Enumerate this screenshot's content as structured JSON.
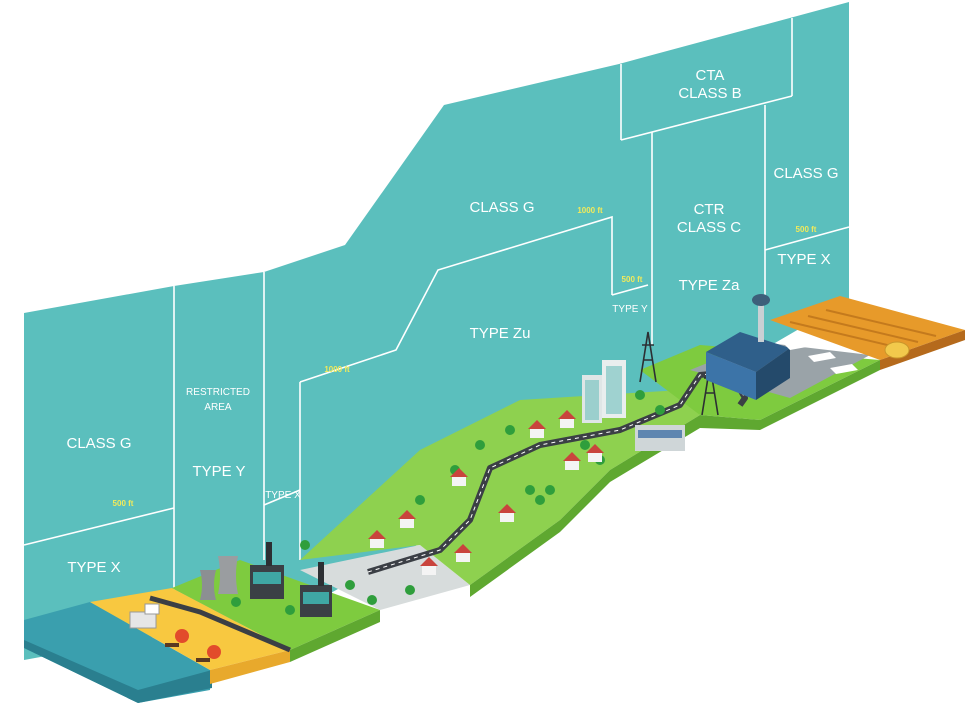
{
  "zones": {
    "class_g_left": "CLASS G",
    "type_x_left": "TYPE X",
    "restricted_line1": "RESTRICTED",
    "restricted_line2": "AREA",
    "type_y_left": "TYPE Y",
    "type_x_mid": "TYPE X",
    "class_g_center": "CLASS G",
    "type_zu": "TYPE Zu",
    "type_y_small": "TYPE Y",
    "cta_line1": "CTA",
    "cta_line2": "CLASS B",
    "ctr_line1": "CTR",
    "ctr_line2": "CLASS C",
    "type_za": "TYPE Za",
    "class_g_right": "CLASS G",
    "type_x_right": "TYPE X"
  },
  "altitudes": {
    "left_500": "500 ft",
    "mid_1000": "1000 ft",
    "center_1000": "1000 ft",
    "center_500": "500 ft",
    "right_500": "500 ft"
  },
  "colors": {
    "airspace": "#5bbfbd",
    "grass": "#7ecb3f",
    "road": "#3b3f45",
    "sea": "#2d8a9a",
    "beach": "#f8c840",
    "field": "#e79a2a",
    "altitude_text": "#f2ea5a"
  }
}
